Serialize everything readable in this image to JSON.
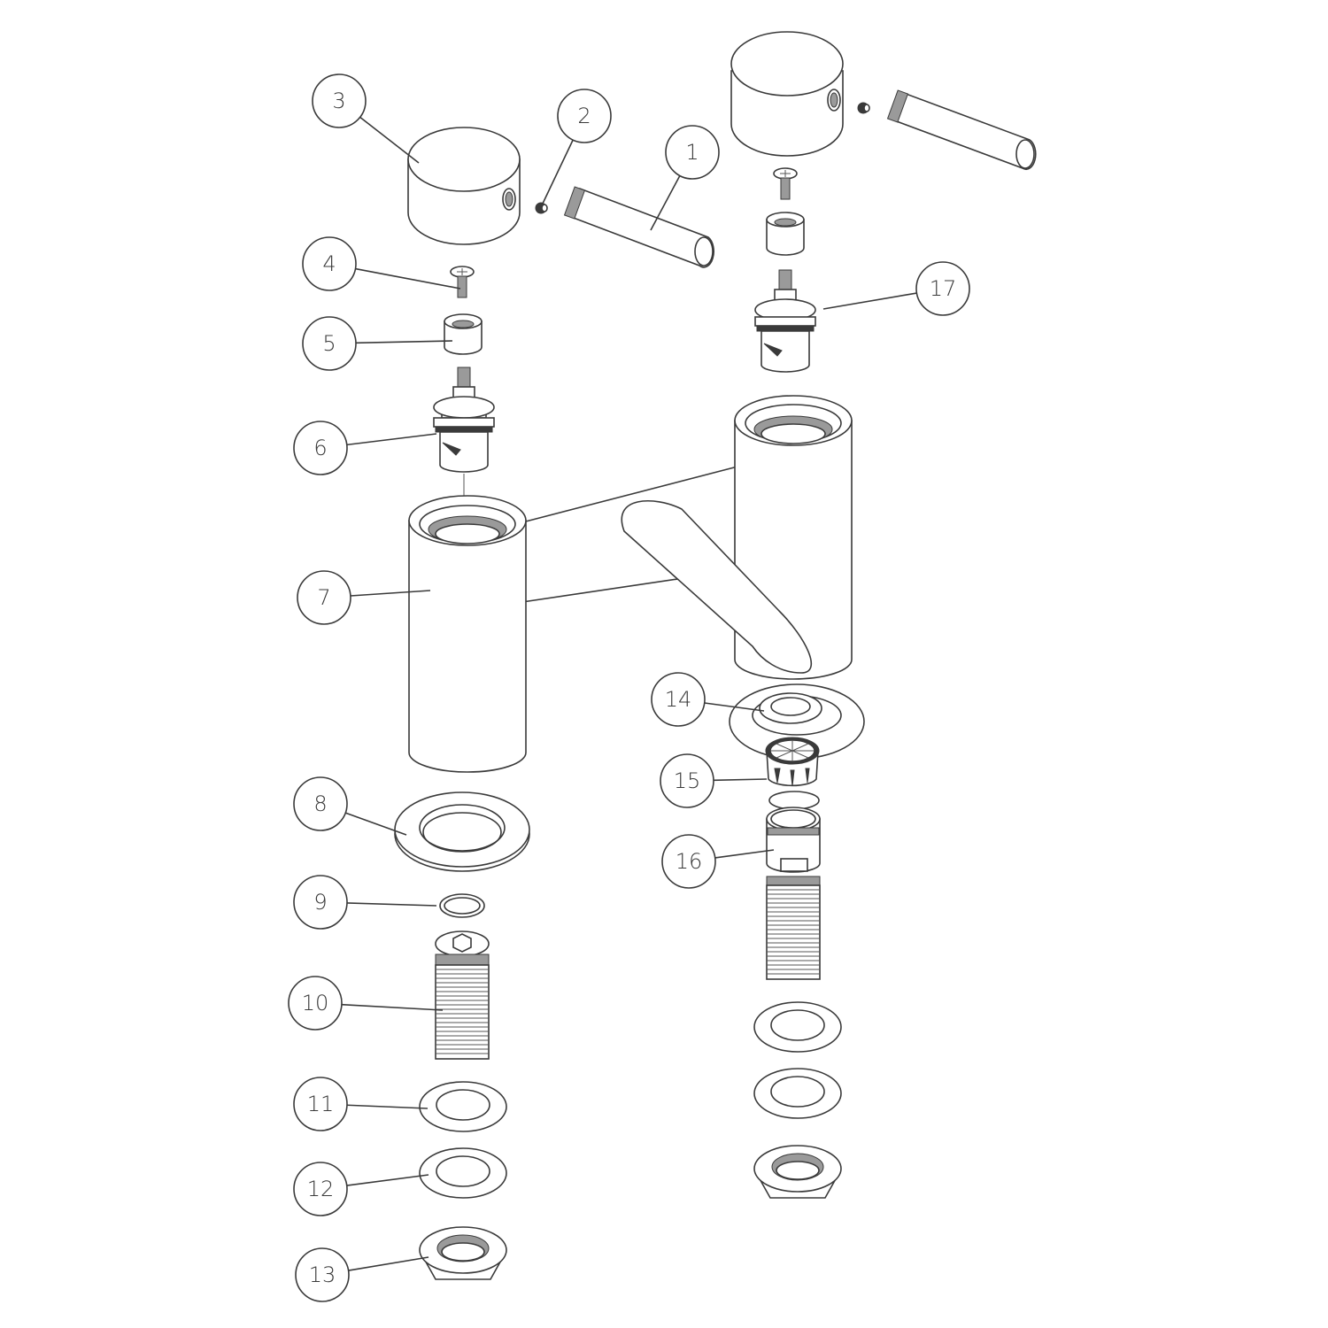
{
  "diagram": {
    "type": "exploded-parts-view",
    "subject": "Bath filler tap (two handle deck mounted)",
    "line_color": "#3a3a3a",
    "background": "#ffffff"
  },
  "callouts": [
    {
      "number": "1",
      "part": "lever-handle-arm",
      "bubble": [
        782,
        172
      ],
      "target": [
        735,
        260
      ]
    },
    {
      "number": "2",
      "part": "grub-screw",
      "bubble": [
        660,
        131
      ],
      "target": [
        612,
        232
      ]
    },
    {
      "number": "3",
      "part": "handle-head",
      "bubble": [
        383,
        114
      ],
      "target": [
        473,
        184
      ]
    },
    {
      "number": "4",
      "part": "handle-fixing-screw",
      "bubble": [
        372,
        298
      ],
      "target": [
        520,
        326
      ]
    },
    {
      "number": "5",
      "part": "shroud-adapter",
      "bubble": [
        372,
        388
      ],
      "target": [
        511,
        385
      ]
    },
    {
      "number": "6",
      "part": "valve-cartridge",
      "bubble": [
        362,
        506
      ],
      "target": [
        493,
        490
      ]
    },
    {
      "number": "7",
      "part": "tap-body",
      "bubble": [
        366,
        675
      ],
      "target": [
        486,
        667
      ]
    },
    {
      "number": "8",
      "part": "base-washer",
      "bubble": [
        362,
        908
      ],
      "target": [
        459,
        943
      ]
    },
    {
      "number": "9",
      "part": "o-ring",
      "bubble": [
        362,
        1019
      ],
      "target": [
        493,
        1023
      ]
    },
    {
      "number": "10",
      "part": "threaded-tail",
      "bubble": [
        356,
        1133
      ],
      "target": [
        500,
        1141
      ]
    },
    {
      "number": "11",
      "part": "fibre-washer",
      "bubble": [
        362,
        1247
      ],
      "target": [
        483,
        1252
      ]
    },
    {
      "number": "12",
      "part": "rubber-washer",
      "bubble": [
        362,
        1343
      ],
      "target": [
        484,
        1327
      ]
    },
    {
      "number": "13",
      "part": "back-nut",
      "bubble": [
        364,
        1440
      ],
      "target": [
        484,
        1420
      ]
    },
    {
      "number": "14",
      "part": "spout-seal",
      "bubble": [
        766,
        790
      ],
      "target": [
        863,
        803
      ]
    },
    {
      "number": "15",
      "part": "aerator",
      "bubble": [
        776,
        882
      ],
      "target": [
        866,
        880
      ]
    },
    {
      "number": "16",
      "part": "spout-tail-adapter",
      "bubble": [
        778,
        973
      ],
      "target": [
        874,
        960
      ]
    },
    {
      "number": "17",
      "part": "valve-cartridge-right",
      "bubble": [
        1065,
        326
      ],
      "target": [
        930,
        349
      ]
    }
  ]
}
